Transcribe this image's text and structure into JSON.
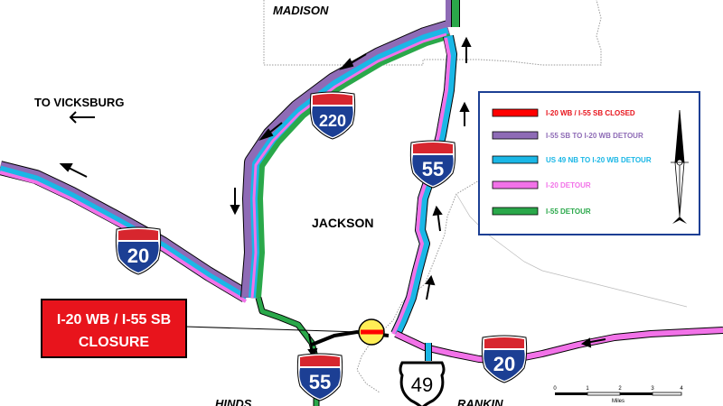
{
  "labels": {
    "madison": "MADISON",
    "vicksburg": "TO VICKSBURG",
    "jackson": "JACKSON",
    "hinds": "HINDS",
    "rankin": "RANKIN"
  },
  "shields": {
    "i220": "220",
    "i55_north": "55",
    "i20_west": "20",
    "i55_south": "55",
    "i20_east": "20",
    "us49": "49"
  },
  "closure_callout": {
    "line1": "I-20 WB / I-55 SB",
    "line2": "CLOSURE"
  },
  "legend": {
    "items": [
      {
        "label": "I-20 WB / I-55 SB CLOSED",
        "color": "#ff0000"
      },
      {
        "label": "I-55 SB TO I-20 WB DETOUR",
        "color": "#8e6bb6"
      },
      {
        "label": "US 49 NB TO I-20 WB DETOUR",
        "color": "#1ab7e6"
      },
      {
        "label": "I-20 DETOUR",
        "color": "#f272e8"
      },
      {
        "label": "I-55 DETOUR",
        "color": "#2aa84a"
      }
    ]
  },
  "scale": {
    "ticks": [
      "0",
      "1",
      "2",
      "3",
      "4"
    ],
    "unit": "Miles"
  },
  "colors": {
    "purple": "#8e6bb6",
    "cyan": "#1ab7e6",
    "pink": "#f272e8",
    "green": "#2aa84a",
    "closed": "#ff0000",
    "closure_box": "#e8141c",
    "interstate_blue": "#1c3f94",
    "interstate_red": "#d7262e",
    "marker_yellow": "#ffee55"
  },
  "icons": {
    "north_arrow": "north-arrow-icon",
    "direction_arrow": "arrow-icon",
    "closure_marker": "closure-marker-icon"
  }
}
